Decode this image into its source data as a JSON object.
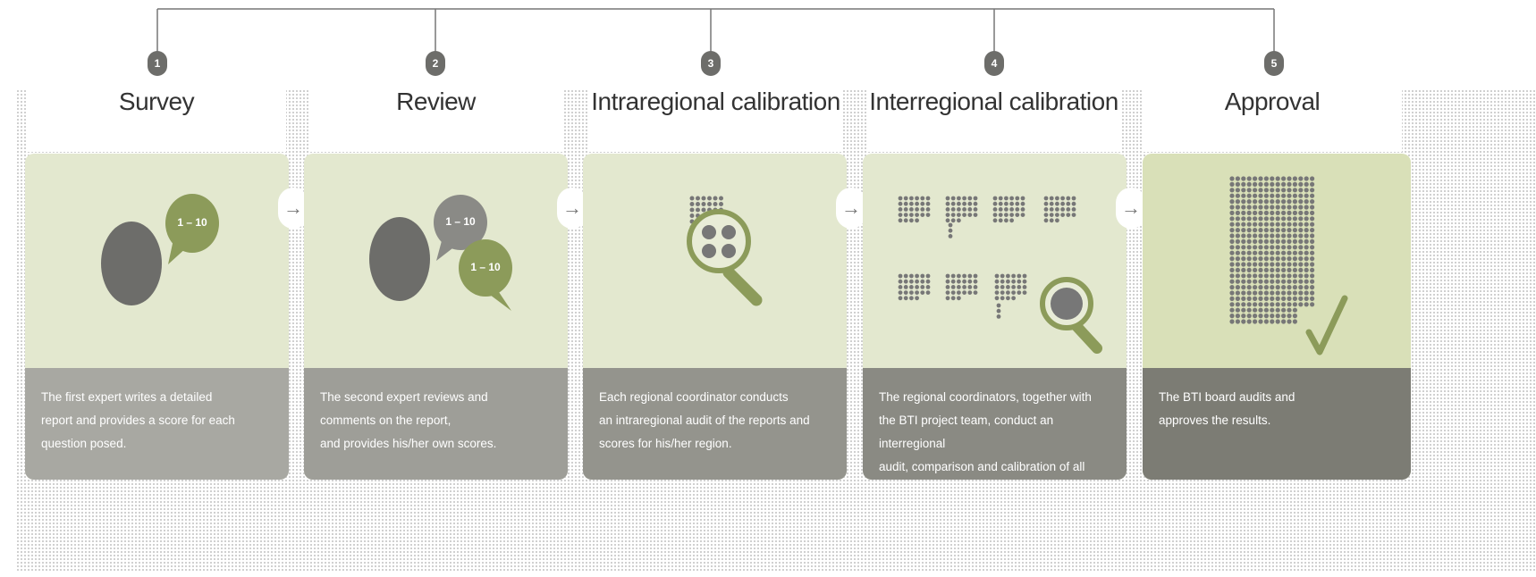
{
  "steps": [
    {
      "number": "1",
      "title": "Survey",
      "description": "The first expert writes a detailed\nreport and provides a score for each\nquestion posed.",
      "bubbles": [
        "1 – 10"
      ]
    },
    {
      "number": "2",
      "title": "Review",
      "description": "The second expert reviews and\ncomments on the report,\nand provides his/her own scores.",
      "bubbles": [
        "1 – 10",
        "1 – 10"
      ]
    },
    {
      "number": "3",
      "title": "Intraregional calibration",
      "description": "Each regional coordinator conducts\nan intraregional audit of the reports and\nscores for his/her region."
    },
    {
      "number": "4",
      "title": "Interregional calibration",
      "description": "The regional coordinators, together with\nthe BTI project team, conduct an interregional\naudit, comparison and calibration of all scores."
    },
    {
      "number": "5",
      "title": "Approval",
      "description": "The BTI board audits and\napproves the results."
    }
  ],
  "arrow_glyph": "→",
  "colors": {
    "card_light": "#e3e8cf",
    "card_approval": "#d9e0b8",
    "desc_1": "#a8a8a2",
    "desc_2": "#9e9e98",
    "desc_3": "#94948d",
    "desc_4": "#8a8a83",
    "desc_5": "#7c7c74",
    "accent_green": "#8c9b5a",
    "gray_dark": "#6d6d6a"
  }
}
